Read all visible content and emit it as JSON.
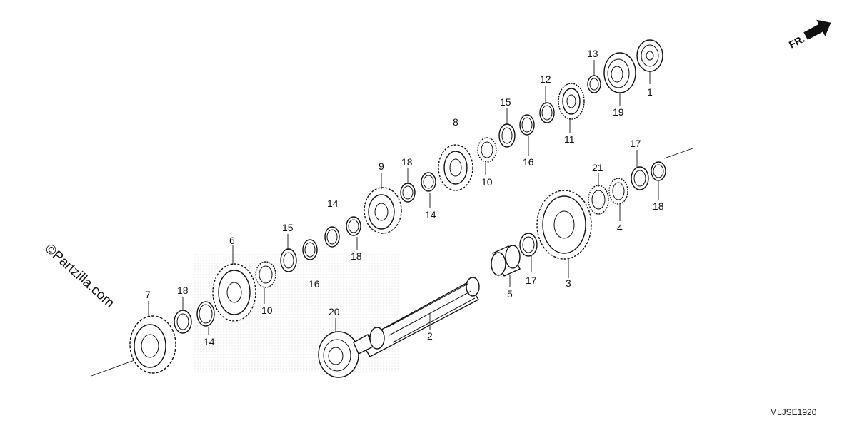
{
  "diagram": {
    "code": "MLJSE1920",
    "watermark": "©Partzilla.com",
    "direction_label": "FR.",
    "callouts": [
      {
        "id": "c1",
        "text": "1"
      },
      {
        "id": "c2",
        "text": "2"
      },
      {
        "id": "c3",
        "text": "3"
      },
      {
        "id": "c4",
        "text": "4"
      },
      {
        "id": "c5",
        "text": "5"
      },
      {
        "id": "c6",
        "text": "6"
      },
      {
        "id": "c7",
        "text": "7"
      },
      {
        "id": "c8",
        "text": "8"
      },
      {
        "id": "c9",
        "text": "9"
      },
      {
        "id": "c10a",
        "text": "10"
      },
      {
        "id": "c10b",
        "text": "10"
      },
      {
        "id": "c11",
        "text": "11"
      },
      {
        "id": "c12",
        "text": "12"
      },
      {
        "id": "c13",
        "text": "13"
      },
      {
        "id": "c14a",
        "text": "14"
      },
      {
        "id": "c14b",
        "text": "14"
      },
      {
        "id": "c14c",
        "text": "14"
      },
      {
        "id": "c15a",
        "text": "15"
      },
      {
        "id": "c15b",
        "text": "15"
      },
      {
        "id": "c16a",
        "text": "16"
      },
      {
        "id": "c16b",
        "text": "16"
      },
      {
        "id": "c17a",
        "text": "17"
      },
      {
        "id": "c17b",
        "text": "17"
      },
      {
        "id": "c18a",
        "text": "18"
      },
      {
        "id": "c18b",
        "text": "18"
      },
      {
        "id": "c18c",
        "text": "18"
      },
      {
        "id": "c18d",
        "text": "18"
      },
      {
        "id": "c19",
        "text": "19"
      },
      {
        "id": "c20",
        "text": "20"
      },
      {
        "id": "c21",
        "text": "21"
      }
    ]
  }
}
